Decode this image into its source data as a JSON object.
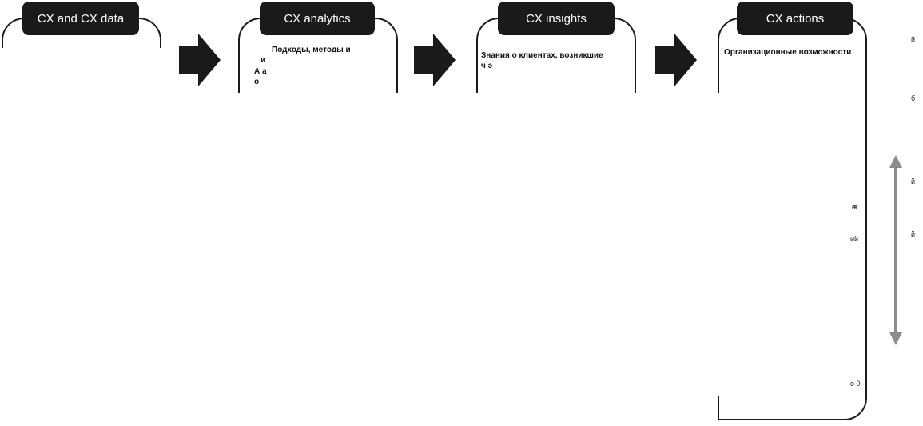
{
  "stages": [
    {
      "title": "CX and CX data",
      "lines": []
    },
    {
      "title": "CX analytics",
      "lines": [
        "Подходы, методы и",
        "и",
        "А                                    а",
        "                                          о"
      ]
    },
    {
      "title": "CX insights",
      "lines": [
        "Знания о клиентах, возникшие",
        "ч                                           э"
      ]
    },
    {
      "title": "CX actions",
      "lines": [
        "Организационные возможности"
      ]
    }
  ],
  "right_fragments": [
    "й",
    "б",
    "й",
    "й",
    "е",
    "я",
    "ий",
    "о 0"
  ],
  "colors": {
    "tab_bg": "#1a1a1a",
    "tab_text": "#ffffff",
    "arrow": "#1a1a1a",
    "scale_arrow": "#8c8c8c"
  }
}
